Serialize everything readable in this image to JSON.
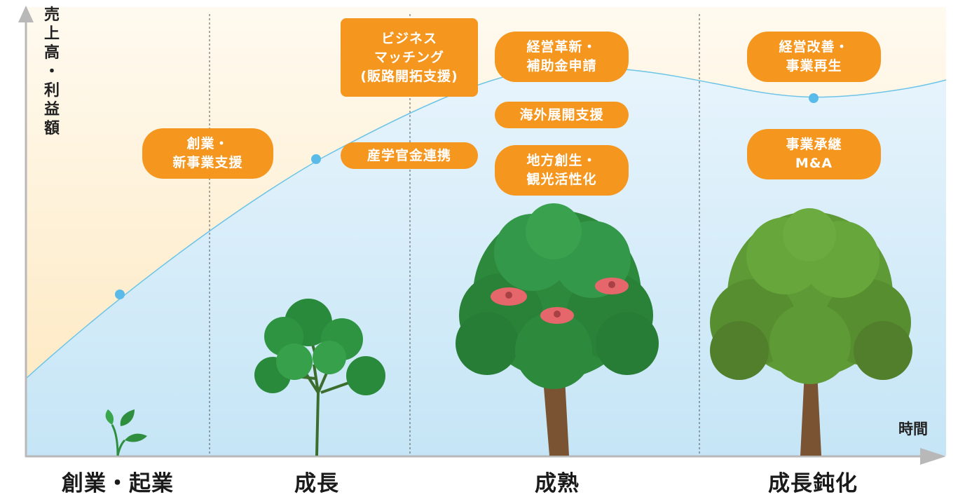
{
  "axes": {
    "y_label": [
      "売",
      "上",
      "高",
      "・",
      "利",
      "益",
      "額"
    ],
    "x_label": "時間"
  },
  "stages": [
    {
      "label": "創業・起業"
    },
    {
      "label": "成長"
    },
    {
      "label": "成熟"
    },
    {
      "label": "成長鈍化"
    }
  ],
  "supports": [
    {
      "lines": [
        "創業・",
        "新事業支援"
      ]
    },
    {
      "lines": [
        "ビジネス",
        "マッチング",
        "(販路開拓支援)"
      ]
    },
    {
      "lines": [
        "産学官金連携"
      ]
    },
    {
      "lines": [
        "経営革新・",
        "補助金申請"
      ]
    },
    {
      "lines": [
        "海外展開支援"
      ]
    },
    {
      "lines": [
        "地方創生・",
        "観光活性化"
      ]
    },
    {
      "lines": [
        "経営改善・",
        "事業再生"
      ]
    },
    {
      "lines": [
        "事業承継",
        "M&A"
      ]
    }
  ],
  "colors": {
    "support_fill": "#f5961f",
    "curve": "#6cc4e8",
    "below_curve": "#cfe9f8",
    "above_curve": "#fdeecd",
    "axis": "#b8b8b8",
    "tree_green": "#2f8f3f",
    "tree_olive": "#5e9a35",
    "flower": "#e5676b"
  }
}
